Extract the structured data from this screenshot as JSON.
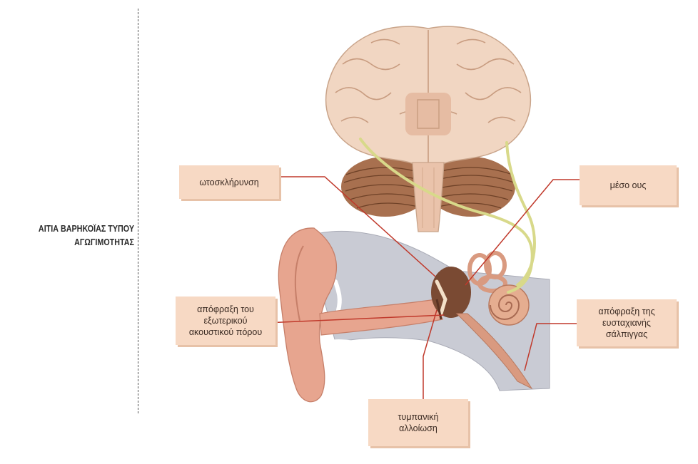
{
  "side_title": {
    "line1": "ΑΙΤΙΑ ΒΑΡΗΚΟΪΑΣ ΤΥΠΟΥ",
    "line2": "ΑΓΩΓΙΜΟΤΗΤΑΣ"
  },
  "labels": {
    "otosclerosis": "ωτοσκλήρυνση",
    "middle_ear": "μέσο ους",
    "canal_obstruction_l1": "απόφραξη του",
    "canal_obstruction_l2": "εξωτερικού",
    "canal_obstruction_l3": "ακουστικού πόρου",
    "eustachian_l1": "απόφραξη της",
    "eustachian_l2": "ευσταχιανής",
    "eustachian_l3": "σάλπιγγας",
    "tympanic_l1": "τυμπανική",
    "tympanic_l2": "αλλοίωση"
  },
  "colors": {
    "label_bg": "#f7d9c4",
    "leader_line": "#c0392b",
    "brain": "#f1d6c2",
    "cerebellum": "#a8704f",
    "ear_skin": "#e7a58f",
    "bone": "#c9cbd4",
    "nerve": "#d8d98a"
  },
  "icons": [
    "brain-illustration",
    "ear-anatomy-illustration"
  ]
}
